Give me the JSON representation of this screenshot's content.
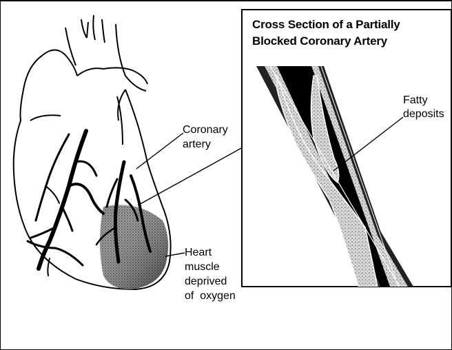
{
  "panel": {
    "title_line1": "Cross Section of a Partially",
    "title_line2": "Blocked Coronary Artery"
  },
  "labels": {
    "coronary_artery": [
      "Coronary",
      "artery"
    ],
    "fatty_deposits": [
      "Fatty",
      "deposits"
    ],
    "muscle": [
      "Heart",
      "muscle",
      "deprived",
      "of  oxygen"
    ]
  }
}
